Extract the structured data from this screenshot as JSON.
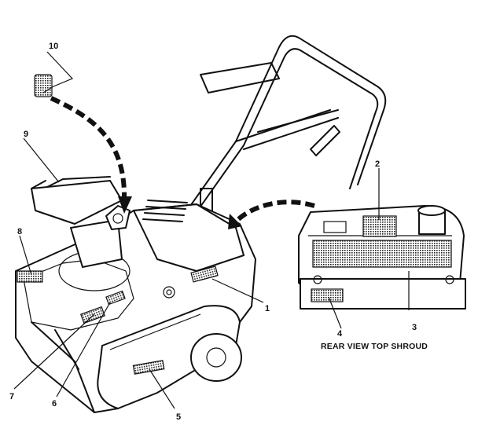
{
  "callouts": {
    "c1": "1",
    "c2": "2",
    "c3": "3",
    "c4": "4",
    "c5": "5",
    "c6": "6",
    "c7": "7",
    "c8": "8",
    "c9": "9",
    "c10": "10"
  },
  "inset_caption": "REAR VIEW TOP SHROUD"
}
